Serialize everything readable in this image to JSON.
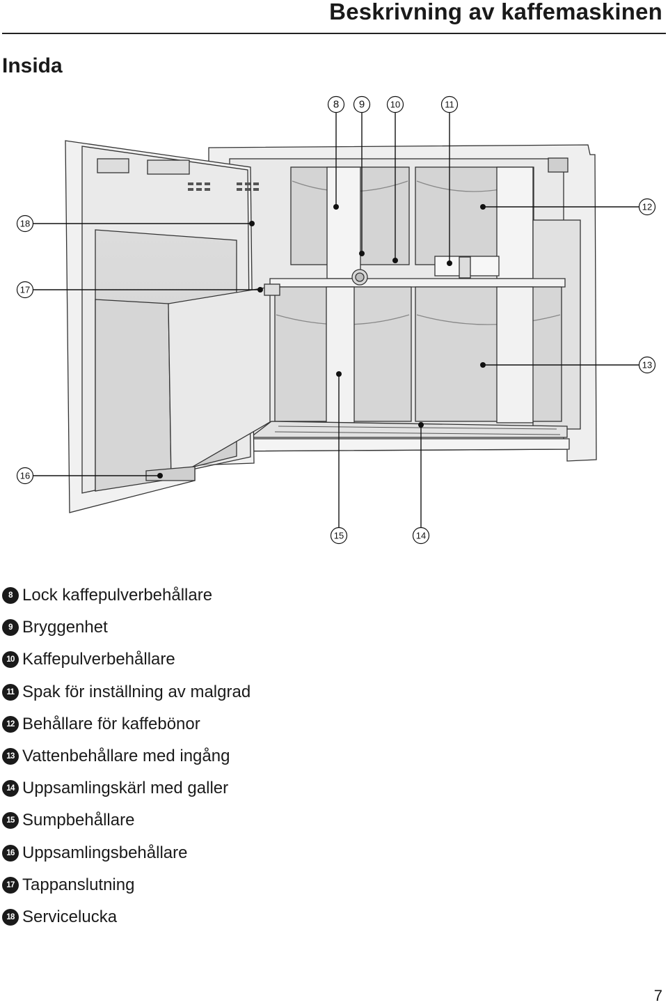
{
  "header": {
    "title": "Beskrivning av kaffemaskinen"
  },
  "section": {
    "title": "Insida"
  },
  "callouts": [
    {
      "num": "8"
    },
    {
      "num": "9"
    },
    {
      "num": "10"
    },
    {
      "num": "11"
    },
    {
      "num": "12"
    },
    {
      "num": "13"
    },
    {
      "num": "14"
    },
    {
      "num": "15"
    },
    {
      "num": "16"
    },
    {
      "num": "17"
    },
    {
      "num": "18"
    }
  ],
  "legend": {
    "items": [
      {
        "num": "8",
        "text": "Lock kaffepulverbehållare"
      },
      {
        "num": "9",
        "text": "Bryggenhet"
      },
      {
        "num": "10",
        "text": "Kaffepulverbehållare"
      },
      {
        "num": "11",
        "text": "Spak för inställning av malgrad"
      },
      {
        "num": "12",
        "text": "Behållare för kaffebönor"
      },
      {
        "num": "13",
        "text": "Vattenbehållare med ingång"
      },
      {
        "num": "14",
        "text": "Uppsamlingskärl med galler"
      },
      {
        "num": "15",
        "text": "Sumpbehållare"
      },
      {
        "num": "16",
        "text": "Uppsamlingsbehållare"
      },
      {
        "num": "17",
        "text": "Tappanslutning"
      },
      {
        "num": "18",
        "text": "Servicelucka"
      }
    ]
  },
  "page": {
    "number": "7"
  }
}
